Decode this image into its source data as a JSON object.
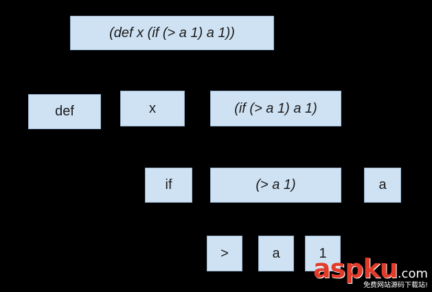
{
  "nodes": {
    "root": "(def x (if (> a 1) a 1))",
    "def": "def",
    "x": "x",
    "if_expr": "(if (> a 1) a 1)",
    "if": "if",
    "condition": "(> a 1)",
    "then_a": "a",
    "gt": ">",
    "a": "a",
    "one": "1"
  },
  "watermark": {
    "brand": "aspku",
    "tld": ".com",
    "tagline": "免费网站源码下载站!"
  },
  "colors": {
    "background": "#000000",
    "node_fill": "#cfe2f3",
    "watermark_red": "#e23b2a"
  }
}
